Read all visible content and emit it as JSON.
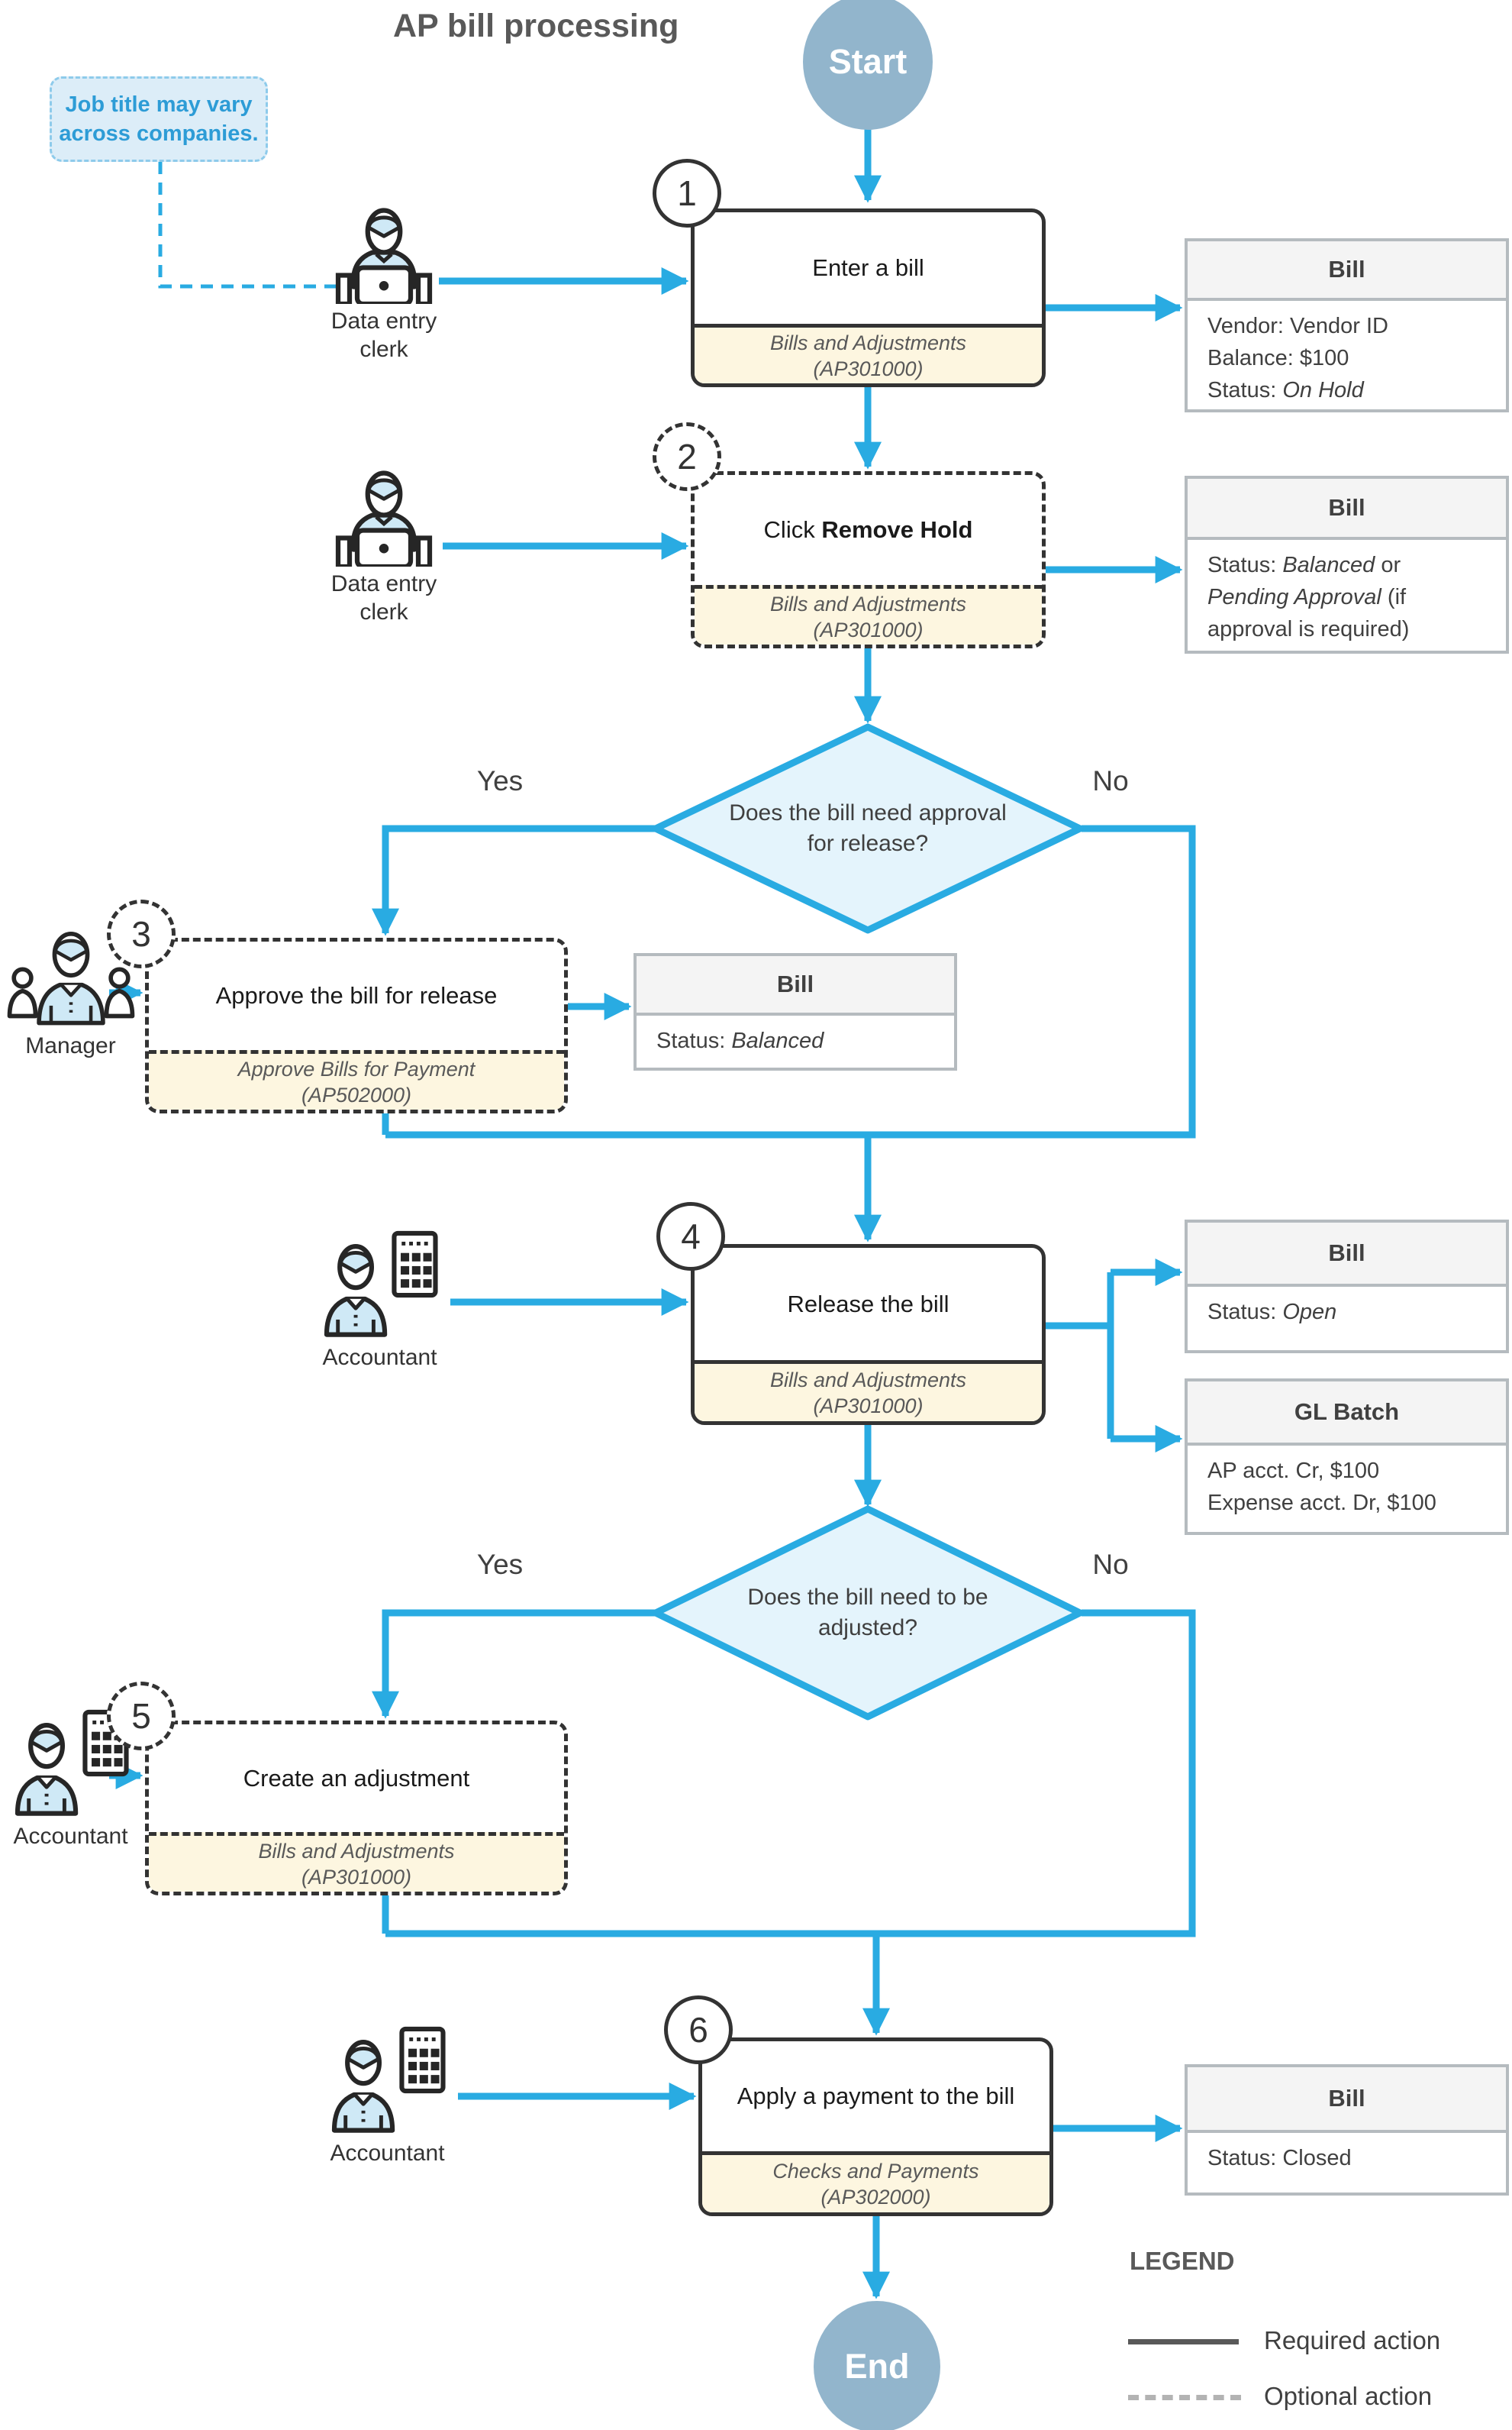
{
  "title": "AP bill processing",
  "terminators": {
    "start": "Start",
    "end": "End"
  },
  "note": {
    "line1": "Job title may vary",
    "line2": "across companies."
  },
  "steps": [
    {
      "num": "1",
      "title": [
        [
          {
            "t": "Enter a bill"
          }
        ]
      ],
      "screen1": "Bills and Adjustments",
      "screen2": "(AP301000)",
      "style": "solid"
    },
    {
      "num": "2",
      "title": [
        [
          {
            "t": "Click "
          },
          {
            "t": "Remove Hold",
            "b": true
          }
        ]
      ],
      "screen1": "Bills and Adjustments",
      "screen2": "(AP301000)",
      "style": "dashed"
    },
    {
      "num": "3",
      "title": [
        [
          {
            "t": "Approve the bill for release"
          }
        ]
      ],
      "screen1": "Approve Bills for Payment",
      "screen2": "(AP502000)",
      "style": "dashed"
    },
    {
      "num": "4",
      "title": [
        [
          {
            "t": "Release the bill"
          }
        ]
      ],
      "screen1": "Bills and Adjustments",
      "screen2": "(AP301000)",
      "style": "solid"
    },
    {
      "num": "5",
      "title": [
        [
          {
            "t": "Create an adjustment"
          }
        ]
      ],
      "screen1": "Bills and Adjustments",
      "screen2": "(AP301000)",
      "style": "dashed"
    },
    {
      "num": "6",
      "title": [
        [
          {
            "t": "Apply a payment to the bill"
          }
        ]
      ],
      "screen1": "Checks and Payments",
      "screen2": "(AP302000)",
      "style": "solid"
    }
  ],
  "persons": [
    {
      "icon": "clerk-laptop-icon",
      "label": "Data entry clerk"
    },
    {
      "icon": "clerk-laptop-icon",
      "label": "Data entry clerk"
    },
    {
      "icon": "manager-team-icon",
      "label": "Manager"
    },
    {
      "icon": "accountant-calculator-icon",
      "label": "Accountant"
    },
    {
      "icon": "accountant-calculator-icon",
      "label": "Accountant"
    },
    {
      "icon": "accountant-calculator-icon",
      "label": "Accountant"
    }
  ],
  "decisions": [
    {
      "line1": "Does the bill need approval",
      "line2": "for release?",
      "yes": "Yes",
      "no": "No"
    },
    {
      "line1": "Does the bill need to be",
      "line2": "adjusted?",
      "yes": "Yes",
      "no": "No"
    }
  ],
  "artifacts": [
    {
      "title": "Bill",
      "lines": [
        [
          {
            "t": "Vendor: Vendor ID"
          }
        ],
        [
          {
            "t": "Balance: $100"
          }
        ],
        [
          {
            "t": "Status: "
          },
          {
            "t": "On Hold",
            "i": true
          }
        ]
      ]
    },
    {
      "title": "Bill",
      "lines": [
        [
          {
            "t": "Status: "
          },
          {
            "t": "Balanced",
            "i": true
          },
          {
            "t": " or "
          },
          {
            "t": "Pending Approval",
            "i": true
          },
          {
            "t": " (if approval is required)"
          }
        ]
      ]
    },
    {
      "title": "Bill",
      "lines": [
        [
          {
            "t": "Status: "
          },
          {
            "t": "Balanced",
            "i": true
          }
        ]
      ]
    },
    {
      "title": "Bill",
      "lines": [
        [
          {
            "t": "Status: "
          },
          {
            "t": "Open",
            "i": true
          }
        ]
      ]
    },
    {
      "title": "GL Batch",
      "lines": [
        [
          {
            "t": "AP acct. Cr, $100"
          }
        ],
        [
          {
            "t": "Expense acct. Dr, $100"
          }
        ]
      ]
    },
    {
      "title": "Bill",
      "lines": [
        [
          {
            "t": "Status: Closed"
          }
        ]
      ]
    }
  ],
  "legend": {
    "heading": "LEGEND",
    "required": "Required action",
    "optional": "Optional action"
  },
  "colors": {
    "arrow": "#29abe2",
    "diamond_fill": "#e4f4fc",
    "terminator_fill": "#92b5cc",
    "screen_bg": "#fdf6e0",
    "artifact_header_bg": "#f4f4f4",
    "artifact_border": "#b5bbbf",
    "note_bg": "#dcedf8",
    "note_border": "#8ecbeb",
    "note_text": "#2d9cd6",
    "box_border": "#333333",
    "title_color": "#595959"
  }
}
